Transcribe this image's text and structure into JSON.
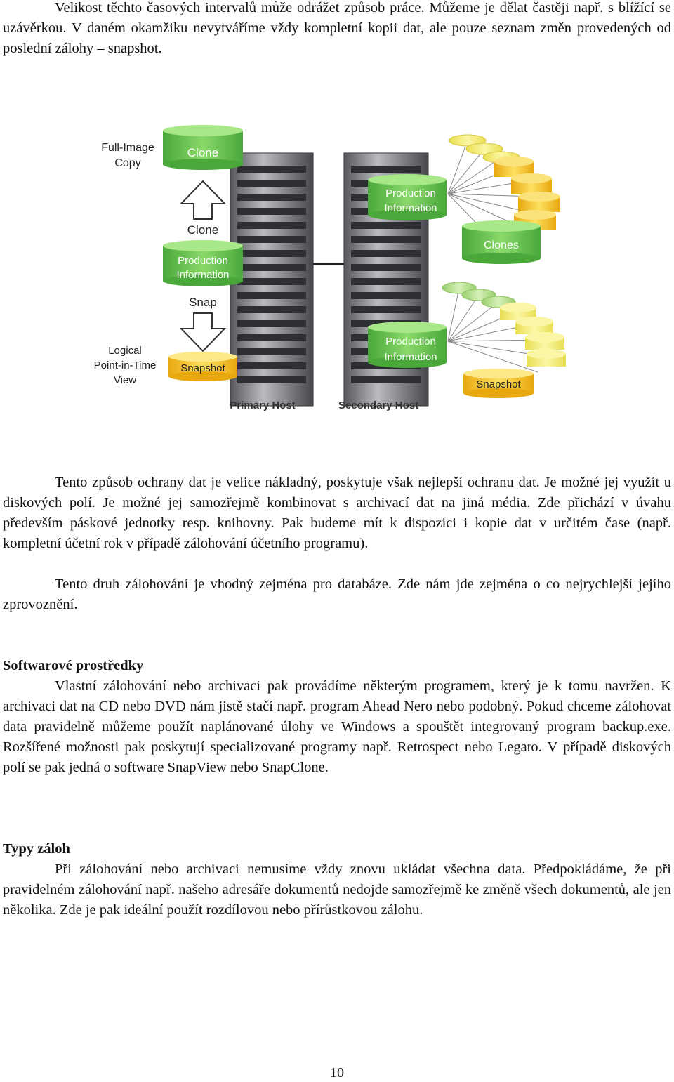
{
  "paragraphs": {
    "p1": "Velikost těchto časových intervalů může odrážet způsob práce. Můžeme je dělat častěji např. s blížící se uzávěrkou. V daném okamžiku nevytváříme vždy kompletní kopii dat, ale pouze seznam změn provedených od poslední zálohy – snapshot.",
    "p2": "Tento způsob ochrany dat je velice nákladný, poskytuje však nejlepší ochranu dat. Je možné jej využít u diskových polí. Je možné jej samozřejmě kombinovat s archivací dat na jiná média. Zde přichází v úvahu především páskové jednotky resp. knihovny. Pak budeme mít k dispozici i kopie dat v určitém čase (např. kompletní účetní rok v případě zálohování účetního programu).",
    "p3": "Tento druh zálohování je vhodný zejména pro databáze. Zde nám jde zejména o co nejrychlejší jejího zprovoznění.",
    "p4": "Vlastní zálohování nebo archivaci pak provádíme některým programem, který je k tomu navržen. K archivaci dat na CD nebo DVD nám jistě stačí např. program Ahead Nero nebo podobný. Pokud chceme zálohovat data pravidelně můžeme použít naplánované úlohy ve Windows a spouštět integrovaný program backup.exe. Rozšířené možnosti pak poskytují specializované programy např. Retrospect nebo Legato. V případě diskových polí se pak jedná o software SnapView nebo SnapClone.",
    "p5": "Při zálohování nebo archivaci nemusíme vždy znovu ukládat všechna data. Předpokládáme, že při pravidelném zálohování např. našeho adresáře dokumentů nedojde samozřejmě ke změně všech dokumentů, ale jen několika. Zde je pak ideální použít rozdílovou nebo přírůstkovou zálohu."
  },
  "headings": {
    "software": "Softwarové prostředky",
    "types": "Typy záloh"
  },
  "figure": {
    "full_image_copy_line1": "Full-Image",
    "full_image_copy_line2": "Copy",
    "clone": "Clone",
    "clone_arrow": "Clone",
    "production_line1": "Production",
    "production_line2": "Information",
    "snap_arrow": "Snap",
    "logical_line1": "Logical",
    "logical_line2": "Point-in-Time",
    "logical_line3": "View",
    "snapshot": "Snapshot",
    "primary_host": "Primary Host",
    "secondary_host": "Secondary Host",
    "right_production_line1": "Production",
    "right_production_line2": "Information",
    "clones": "Clones",
    "right2_production_line1": "Production",
    "right2_production_line2": "Information",
    "right_snapshot": "Snapshot",
    "colors": {
      "green": "#6cc04a",
      "yellow": "#f5c518",
      "light_yellow": "#f6ec6a",
      "light_green": "#b6e08a",
      "rack": "#7d7f86"
    }
  },
  "page_number": "10"
}
